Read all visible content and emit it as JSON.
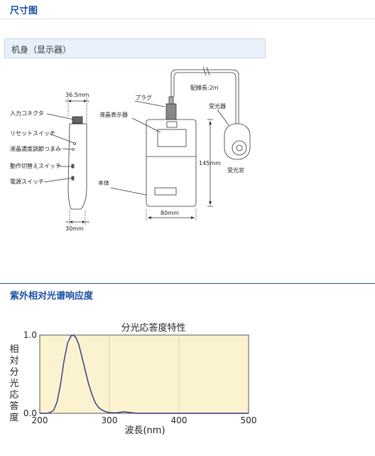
{
  "sections": {
    "dimensions_title": "尺寸图",
    "body_bar_label": "机身（显示器）",
    "spectral_title": "紫外相对光谱响应度"
  },
  "diagram": {
    "width_top": "36.5mm",
    "width_bottom": "30mm",
    "height": "145mm",
    "front_width": "80mm",
    "cable_length": "配線長:2m",
    "callouts": {
      "input_connector": "入力コネクタ",
      "reset_switch": "リセットスイッチ",
      "lcd_knob": "液晶濃度調節つまみ",
      "mode_switch": "動作切替えスイッチ",
      "power_switch": "電源スイッチ",
      "plug": "プラグ",
      "lcd": "液晶表示器",
      "body": "本体",
      "sensor": "受光器",
      "sensor_window": "受光窓"
    }
  },
  "chart_data": {
    "type": "line",
    "title": "分光応答度特性",
    "xlabel": "波長(nm)",
    "ylabel": "相対分光応答度",
    "xlim": [
      200,
      500
    ],
    "ylim": [
      0,
      1.0
    ],
    "xticks": [
      "200",
      "300",
      "400",
      "500"
    ],
    "yticks": [
      "0.0",
      "1.0"
    ],
    "grid": true,
    "colors": {
      "plot_bg": "#fbf3cf",
      "line": "#2c3388",
      "grid": "#d9c9a0"
    },
    "series": [
      {
        "x": [
          200,
          210,
          215,
          220,
          225,
          230,
          235,
          240,
          245,
          248,
          252,
          256,
          260,
          265,
          270,
          275,
          280,
          285,
          290,
          295,
          300,
          310,
          320,
          330,
          340,
          360,
          380,
          400,
          450,
          500
        ],
        "values": [
          0.0,
          0.0,
          0.01,
          0.04,
          0.15,
          0.38,
          0.68,
          0.9,
          0.99,
          1.0,
          0.97,
          0.88,
          0.74,
          0.56,
          0.38,
          0.24,
          0.13,
          0.07,
          0.04,
          0.02,
          0.01,
          0.005,
          0.02,
          0.01,
          0.0,
          0.0,
          0.0,
          0.0,
          0.0,
          0.0
        ]
      }
    ]
  }
}
